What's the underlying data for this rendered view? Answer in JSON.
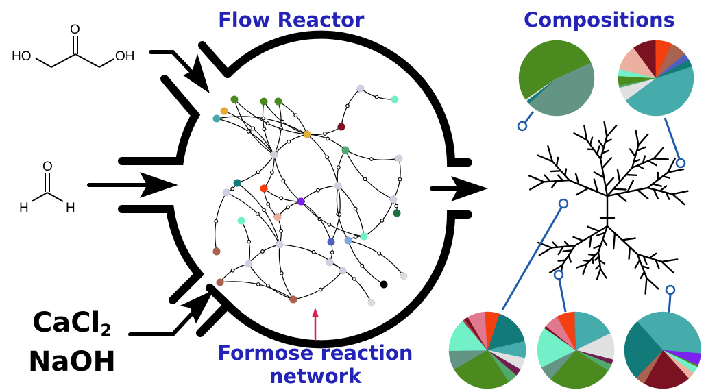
{
  "titles": {
    "reactor": "Flow Reactor",
    "compositions": "Compositions",
    "network_line1": "Formose reaction",
    "network_line2": "network"
  },
  "reagents": {
    "dihydroxyacetone": {
      "name": "dihydroxyacetone",
      "labels": [
        "HO",
        "OH",
        "O"
      ]
    },
    "formaldehyde": {
      "name": "formaldehyde",
      "labels": [
        "O",
        "H",
        "H"
      ]
    },
    "salt_line1_base": "CaCl",
    "salt_line1_sub": "2",
    "salt_line2": "NaOH"
  },
  "colors": {
    "title_blue": "#2323b8",
    "pointer_red": "#dc1f4d",
    "link_blue": "#1f5bab",
    "outline": "#000000"
  },
  "network": {
    "species_nodes": [
      {
        "color": "#4a8a1e"
      },
      {
        "color": "#e8a830"
      },
      {
        "color": "#45a8ab"
      },
      {
        "color": "#4a8a1e"
      },
      {
        "color": "#4a8a1e"
      },
      {
        "color": "#d0d0e0"
      },
      {
        "color": "#72f0c8"
      },
      {
        "color": "#7a1222"
      },
      {
        "color": "#e0b23c"
      },
      {
        "color": "#4faa72"
      },
      {
        "color": "#d0d0e0"
      },
      {
        "color": "#d0d0e0"
      },
      {
        "color": "#127a78"
      },
      {
        "color": "#f44010"
      },
      {
        "color": "#d0d0e0"
      },
      {
        "color": "#7b22f0"
      },
      {
        "color": "#d0d0e0"
      },
      {
        "color": "#d0d0e0"
      },
      {
        "color": "#1a7040"
      },
      {
        "color": "#72f0c8"
      },
      {
        "color": "#ecb0a0"
      },
      {
        "color": "#d0d0e0"
      },
      {
        "color": "#5060c0"
      },
      {
        "color": "#7aa8e0"
      },
      {
        "color": "#72f0c8"
      },
      {
        "color": "#a86450"
      },
      {
        "color": "#d0d0e0"
      },
      {
        "color": "#d0d0e0"
      },
      {
        "color": "#d0d0e0"
      },
      {
        "color": "#a86450"
      },
      {
        "color": "#a86450"
      },
      {
        "color": "#000000"
      },
      {
        "color": "#dcdcdc"
      },
      {
        "color": "#dcdcdc"
      }
    ]
  },
  "chart_data": [
    {
      "type": "pie",
      "title": "composition-top-left",
      "slices": [
        {
          "color": "#639484",
          "value": 45
        },
        {
          "color": "#127a78",
          "value": 1.5
        },
        {
          "color": "#e0e0e0",
          "value": 0.8
        },
        {
          "color": "#4a8a1e",
          "value": 52.7
        }
      ]
    },
    {
      "type": "pie",
      "title": "composition-top-right",
      "slices": [
        {
          "color": "#45abab",
          "value": 45
        },
        {
          "color": "#e0e0e0",
          "value": 6
        },
        {
          "color": "#52aa6a",
          "value": 1
        },
        {
          "color": "#4a8a1e",
          "value": 4
        },
        {
          "color": "#72f0c8",
          "value": 3
        },
        {
          "color": "#ecb0a0",
          "value": 11
        },
        {
          "color": "#7a1222",
          "value": 10
        },
        {
          "color": "#f44010",
          "value": 7
        },
        {
          "color": "#a86450",
          "value": 7
        },
        {
          "color": "#5060c0",
          "value": 3
        },
        {
          "color": "#127a78",
          "value": 3
        }
      ]
    },
    {
      "type": "pie",
      "title": "composition-bottom-left",
      "slices": [
        {
          "color": "#127a78",
          "value": 16
        },
        {
          "color": "#45abab",
          "value": 7
        },
        {
          "color": "#e0e0e0",
          "value": 5
        },
        {
          "color": "#701e50",
          "value": 3
        },
        {
          "color": "#52aa6a",
          "value": 4
        },
        {
          "color": "#4a8a1e",
          "value": 26
        },
        {
          "color": "#639484",
          "value": 8
        },
        {
          "color": "#72f0c8",
          "value": 14
        },
        {
          "color": "#a04050",
          "value": 1
        },
        {
          "color": "#7a1222",
          "value": 1.5
        },
        {
          "color": "#e07890",
          "value": 7.5
        },
        {
          "color": "#f44010",
          "value": 6
        }
      ]
    },
    {
      "type": "pie",
      "title": "composition-bottom-middle",
      "slices": [
        {
          "color": "#45abab",
          "value": 18
        },
        {
          "color": "#e0e0e0",
          "value": 11
        },
        {
          "color": "#701e50",
          "value": 2
        },
        {
          "color": "#52aa6a",
          "value": 3
        },
        {
          "color": "#4a8a1e",
          "value": 27
        },
        {
          "color": "#639484",
          "value": 6
        },
        {
          "color": "#72f0c8",
          "value": 17
        },
        {
          "color": "#7a1222",
          "value": 1
        },
        {
          "color": "#e07890",
          "value": 6
        },
        {
          "color": "#f44010",
          "value": 7
        },
        {
          "color": "#a86450",
          "value": 0.5
        }
      ]
    },
    {
      "type": "pie",
      "title": "composition-bottom-right",
      "slices": [
        {
          "color": "#45abab",
          "value": 38
        },
        {
          "color": "#7b22f0",
          "value": 5
        },
        {
          "color": "#4a8a1e",
          "value": 0.8
        },
        {
          "color": "#72f0c8",
          "value": 3
        },
        {
          "color": "#ecb0a0",
          "value": 3
        },
        {
          "color": "#7a1222",
          "value": 20
        },
        {
          "color": "#a86450",
          "value": 4
        },
        {
          "color": "#127a78",
          "value": 26.2
        }
      ]
    }
  ]
}
